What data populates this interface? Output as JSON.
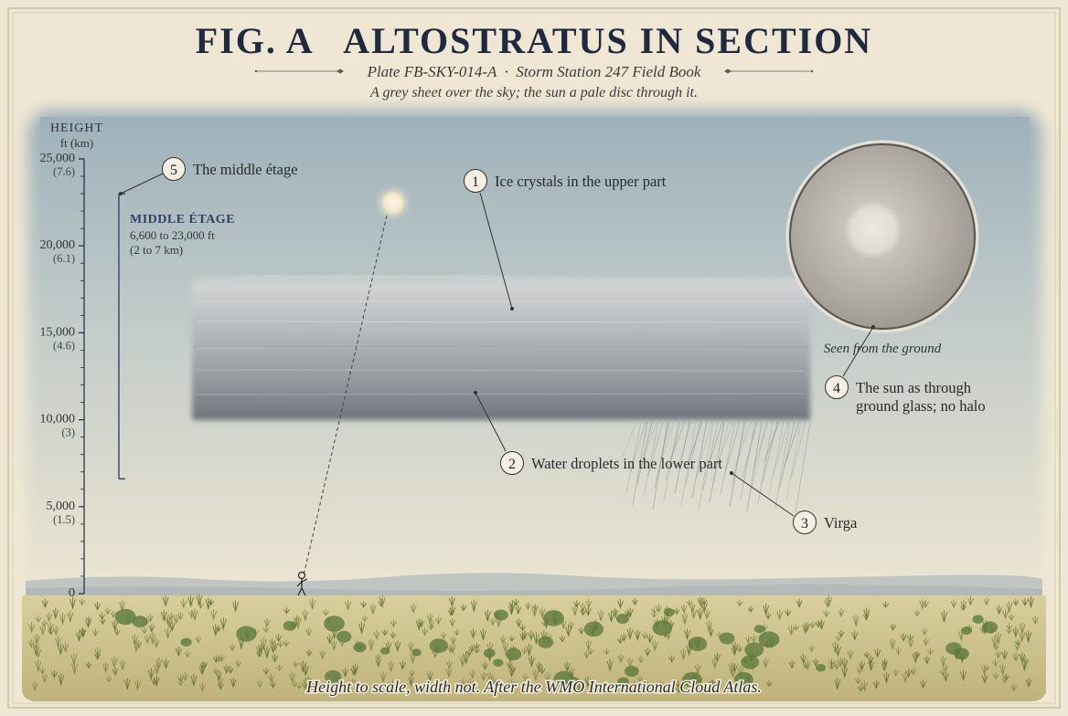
{
  "header": {
    "title": "FIG. A   ALTOSTRATUS IN SECTION",
    "plate_line": "Plate FB-SKY-014-A  ·  Storm Station 247 Field Book",
    "caption": "A grey sheet over the sky; the sun a pale disc through it."
  },
  "axis": {
    "title": "HEIGHT",
    "unit": "ft (km)",
    "ticks": [
      {
        "ft": 0,
        "ft_label": "0",
        "km_label": ""
      },
      {
        "ft": 5000,
        "ft_label": "5,000",
        "km_label": "(1.5)"
      },
      {
        "ft": 10000,
        "ft_label": "10,000",
        "km_label": "(3)"
      },
      {
        "ft": 15000,
        "ft_label": "15,000",
        "km_label": "(4.6)"
      },
      {
        "ft": 20000,
        "ft_label": "20,000",
        "km_label": "(6.1)"
      },
      {
        "ft": 25000,
        "ft_label": "25,000",
        "km_label": "(7.6)"
      }
    ]
  },
  "etage": {
    "title": "MIDDLE ÉTAGE",
    "range_ft": "6,600 to 23,000 ft",
    "range_km": "(2 to 7 km)",
    "low_ft": 6600,
    "high_ft": 23000
  },
  "callouts": [
    {
      "number": "1",
      "text": "Ice crystals in the upper part"
    },
    {
      "number": "2",
      "text": "Water droplets in the lower part"
    },
    {
      "number": "3",
      "text": "Virga"
    },
    {
      "number": "4",
      "text": "The sun as through",
      "text2": "ground glass; no halo"
    },
    {
      "number": "5",
      "text": "The middle étage"
    }
  ],
  "inset": {
    "caption": "Seen from the ground"
  },
  "footer": {
    "note": "Height to scale, width not. After the WMO International Cloud Atlas."
  },
  "colors": {
    "paper": "#efe7d3",
    "ink": "#1f2a40",
    "sky_top": "#9fb2bd",
    "sky_bottom": "#ece4cf",
    "cloud": "#7f868d",
    "ground": "#c8bb84",
    "grass": "#6f7a3a"
  }
}
